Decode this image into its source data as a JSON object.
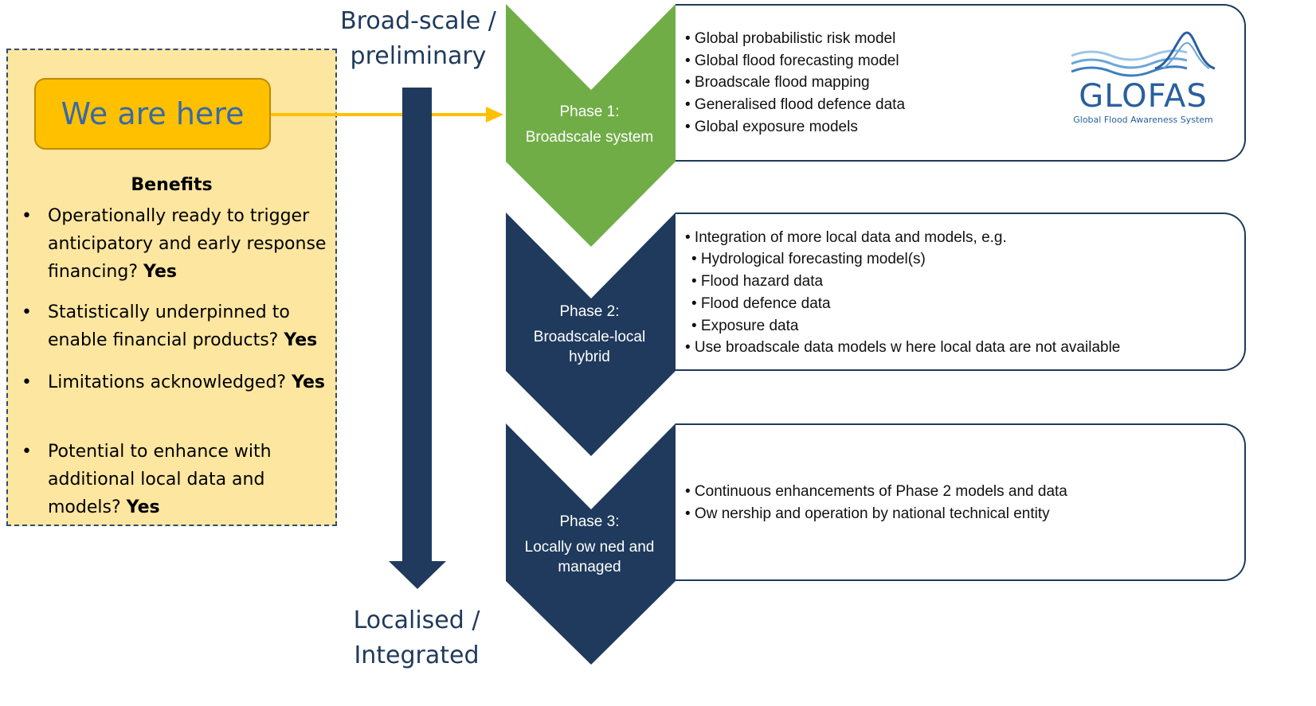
{
  "panel": {
    "button_label": "We are here",
    "benefits_title": "Benefits",
    "bullet": "•",
    "items": [
      {
        "text": "Operationally ready to trigger anticipatory and early response financing?",
        "answer": "Yes"
      },
      {
        "text": "Statistically underpinned to enable financial products?",
        "answer": "Yes"
      },
      {
        "text": "Limitations acknowledged?",
        "answer": "Yes"
      },
      {
        "text": "Potential to enhance with additional local data and models?",
        "answer": "Yes"
      }
    ]
  },
  "axis": {
    "top_line1": "Broad-scale /",
    "top_line2": "preliminary",
    "bottom_line1": "Localised /",
    "bottom_line2": "Integrated"
  },
  "phases": [
    {
      "line1": "Phase 1:",
      "line2": "Broadscale system",
      "line3": "",
      "color": "#70ad47"
    },
    {
      "line1": "Phase 2:",
      "line2": "Broadscale-local",
      "line3": "hybrid",
      "color": "#1f3a5c"
    },
    {
      "line1": "Phase 3:",
      "line2": "Locally ow ned and",
      "line3": "managed",
      "color": "#1f3a5c"
    }
  ],
  "boxes": [
    {
      "lines": [
        "• Global  probabilistic  risk model",
        "• Global  flood forecasting model",
        "• Broadscale  flood mapping",
        "• Generalised  flood defence data",
        "• Global  exposure models"
      ]
    },
    {
      "lines": [
        "• Integration  of more  local data and models,  e.g.",
        "  • Hydrological  forecasting model(s)",
        "  • Flood  hazard data",
        "  • Flood  defence data",
        "  • Exposure  data",
        "• Use broadscale data models  w here local data are not available"
      ]
    },
    {
      "lines": [
        "• Continuous  enhancements  of Phase  2 models and data",
        "• Ow nership and operation  by national technical entity"
      ]
    }
  ],
  "logo": {
    "name": "GLOFAS",
    "subtitle": "Global Flood Awareness System"
  },
  "colors": {
    "navy": "#1f3a5c",
    "green": "#70ad47",
    "amber": "#ffc000",
    "panel_fill": "#fde6a0"
  }
}
